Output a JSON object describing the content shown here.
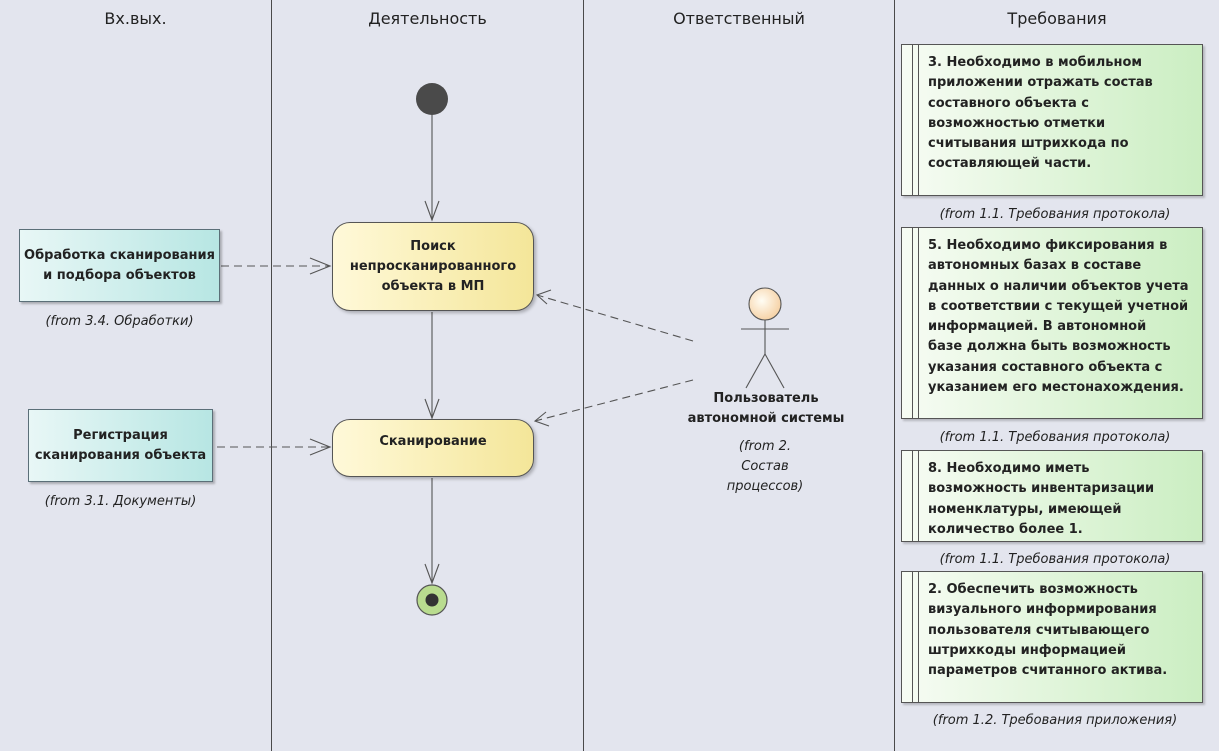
{
  "lanes": [
    "Вх.вых.",
    "Деятельность",
    "Ответственный",
    "Требования"
  ],
  "objects": [
    {
      "label": "Обработка сканирования\nи подбора объектов",
      "from": "(from 3.4. Обработки)"
    },
    {
      "label": "Регистрация\nсканирования объекта",
      "from": "(from 3.1. Документы)"
    }
  ],
  "actions": [
    {
      "label": "Поиск\nнепросканированного\nобъекта в МП"
    },
    {
      "label": "Сканирование"
    }
  ],
  "actor": {
    "label": "Пользователь\nавтономной системы",
    "from": "(from 2.\nСостав\nпроцессов)"
  },
  "requirements": [
    {
      "text": "3. Необходимо в мобильном\nприложении отражать состав\nсоставного объекта с\nвозможностью отметки\nсчитывания штрихкода по\nсоставляющей части.",
      "from": "(from 1.1. Требования протокола)"
    },
    {
      "text": "5. Необходимо фиксирования в\nавтономных базах в составе\nданных о наличии объектов учета\nв соответствии с текущей учетной\nинформацией. В автономной\nбазе должна быть возможность\nуказания составного объекта с\nуказанием его местонахождения.",
      "from": "(from 1.1. Требования протокола)"
    },
    {
      "text": "8. Необходимо иметь\nвозможность инвентаризации\nноменклатуры, имеющей\nколичество более 1.",
      "from": "(from 1.1. Требования протокола)"
    },
    {
      "text": "2. Обеспечить возможность\nвизуального информирования\nпользователя считывающего\nштрихкоды информацией\nпараметров считанного актива.",
      "from": "(from 1.2. Требования приложения)"
    }
  ],
  "colors": {
    "initial": "#4a4a4a",
    "final": "#b9dc8f",
    "action": "#f4e699",
    "object": "#b7e6e3",
    "requirement": "#cbeec2"
  }
}
